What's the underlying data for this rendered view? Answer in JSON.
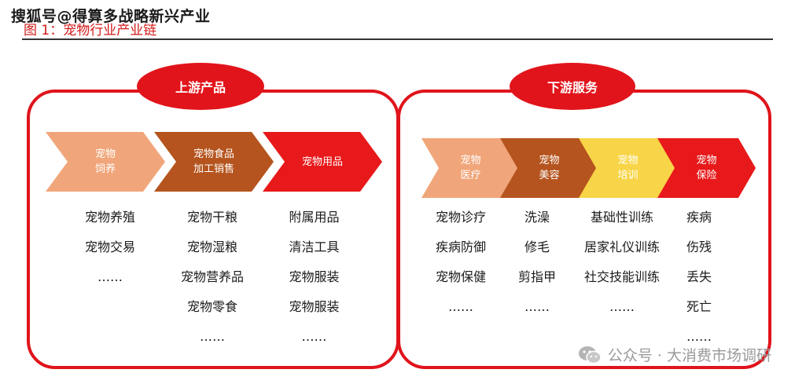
{
  "watermark_top": "搜狐号@得算多战略新兴产业",
  "figure_title": "图 1：宠物行业产业链",
  "upstream": {
    "title": "上游产品",
    "stages": [
      {
        "label": "宠物\n饲养",
        "color": "#f0a67a",
        "text_color": "#ffffff"
      },
      {
        "label": "宠物食品\n加工销售",
        "color": "#b5541e",
        "text_color": "#ffffff"
      },
      {
        "label": "宠物用品",
        "color": "#e8191a",
        "text_color": "#ffffff"
      }
    ],
    "columns": [
      [
        "宠物养殖",
        "宠物交易",
        "……"
      ],
      [
        "宠物干粮",
        "宠物湿粮",
        "宠物营养品",
        "宠物零食",
        "……"
      ],
      [
        "附属用品",
        "清洁工具",
        "宠物服装",
        "宠物服装",
        "……"
      ]
    ]
  },
  "downstream": {
    "title": "下游服务",
    "stages": [
      {
        "label": "宠物\n医疗",
        "color": "#f0a67a",
        "text_color": "#ffffff"
      },
      {
        "label": "宠物\n美容",
        "color": "#b5541e",
        "text_color": "#ffffff"
      },
      {
        "label": "宠物\n培训",
        "color": "#f8d548",
        "text_color": "#ffffff"
      },
      {
        "label": "宠物\n保险",
        "color": "#e8191a",
        "text_color": "#ffffff"
      }
    ],
    "columns": [
      [
        "宠物诊疗",
        "疾病防御",
        "宠物保健",
        "……"
      ],
      [
        "洗澡",
        "修毛",
        "剪指甲",
        "……"
      ],
      [
        "基础性训练",
        "居家礼仪训练",
        "社交技能训练",
        "……"
      ],
      [
        "疾病",
        "伤残",
        "丢失",
        "死亡",
        "……"
      ]
    ]
  },
  "watermark_bottom": {
    "icon": "wechat-icon",
    "text": "公众号 · 大消费市场调研"
  },
  "colors": {
    "accent_red": "#e2141b",
    "title_red": "#d21a1a"
  }
}
